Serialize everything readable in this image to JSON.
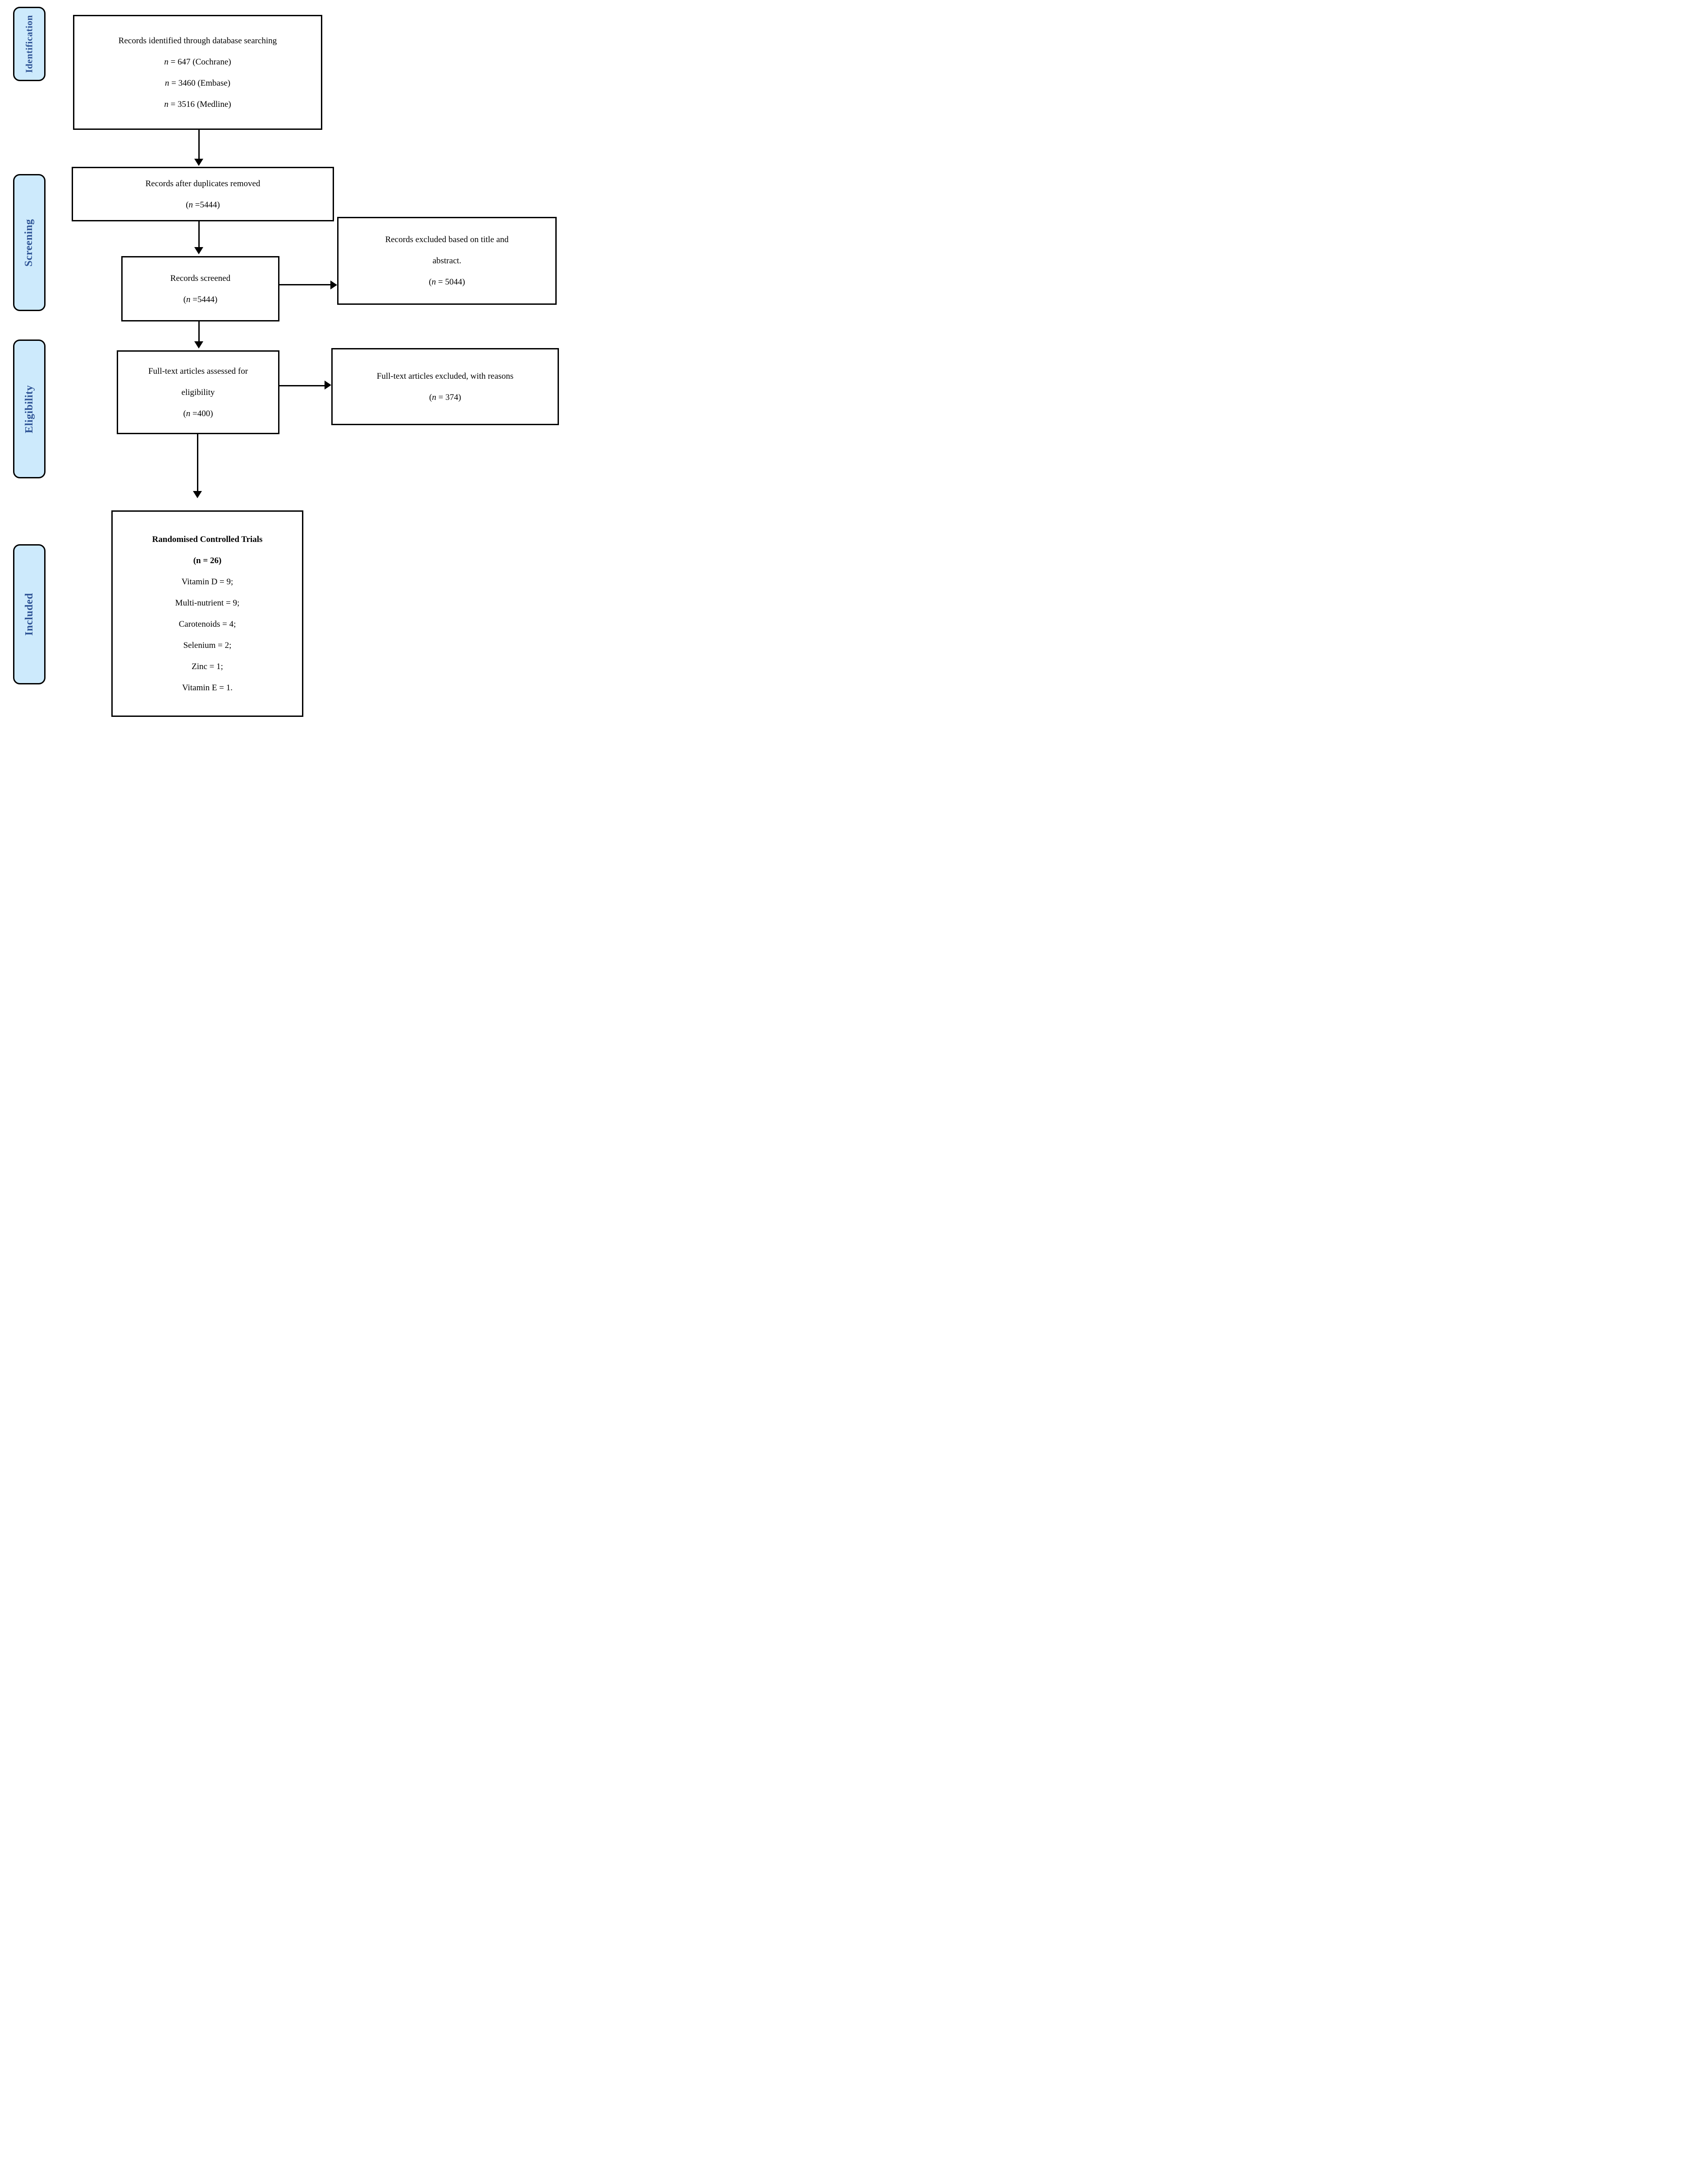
{
  "palette": {
    "stage_fill": "#cdeafc",
    "stage_text": "#2f5496",
    "box_border": "#000000",
    "box_fill": "#ffffff",
    "page_bg": "#ffffff"
  },
  "stages": [
    {
      "label": "Identification"
    },
    {
      "label": "Screening"
    },
    {
      "label": "Eligibility"
    },
    {
      "label": "Included"
    }
  ],
  "boxes": {
    "identified": {
      "lines": [
        [
          {
            "t": "Records identified through database searching"
          }
        ],
        [
          {
            "t": "n",
            "i": 1
          },
          {
            "t": " = 647 (Cochrane)"
          }
        ],
        [
          {
            "t": "n",
            "i": 1
          },
          {
            "t": " = 3460 (Embase)"
          }
        ],
        [
          {
            "t": "n",
            "i": 1
          },
          {
            "t": " = 3516 (Medline)"
          }
        ]
      ]
    },
    "duplicates_removed": {
      "lines": [
        [
          {
            "t": "Records after duplicates removed"
          }
        ],
        [
          {
            "t": "("
          },
          {
            "t": "n",
            "i": 1
          },
          {
            "t": " =5444)"
          }
        ]
      ]
    },
    "records_screened": {
      "lines": [
        [
          {
            "t": "Records screened"
          }
        ],
        [
          {
            "t": "("
          },
          {
            "t": "n",
            "i": 1
          },
          {
            "t": " =5444)"
          }
        ]
      ]
    },
    "excluded_title_abstract": {
      "lines": [
        [
          {
            "t": "Records excluded based on title and"
          }
        ],
        [
          {
            "t": "abstract."
          }
        ],
        [
          {
            "t": "("
          },
          {
            "t": "n",
            "i": 1
          },
          {
            "t": " = 5044)"
          }
        ]
      ]
    },
    "fulltext_assessed": {
      "lines": [
        [
          {
            "t": "Full-text articles assessed for"
          }
        ],
        [
          {
            "t": "eligibility"
          }
        ],
        [
          {
            "t": "("
          },
          {
            "t": "n",
            "i": 1
          },
          {
            "t": " =400)"
          }
        ]
      ]
    },
    "fulltext_excluded": {
      "lines": [
        [
          {
            "t": "Full-text articles excluded, with reasons"
          }
        ],
        [
          {
            "t": "("
          },
          {
            "t": "n",
            "i": 1
          },
          {
            "t": " = 374)"
          }
        ]
      ]
    },
    "included_rct": {
      "lines": [
        [
          {
            "t": "Randomised Controlled Trials",
            "b": 1
          }
        ],
        [
          {
            "t": "(n = 26)",
            "b": 1
          }
        ],
        [
          {
            "t": "Vitamin D = 9;"
          }
        ],
        [
          {
            "t": "Multi-nutrient = 9;"
          }
        ],
        [
          {
            "t": "Carotenoids = 4;"
          }
        ],
        [
          {
            "t": "Selenium = 2;"
          }
        ],
        [
          {
            "t": "Zinc = 1;"
          }
        ],
        [
          {
            "t": "Vitamin E = 1."
          }
        ]
      ]
    }
  }
}
